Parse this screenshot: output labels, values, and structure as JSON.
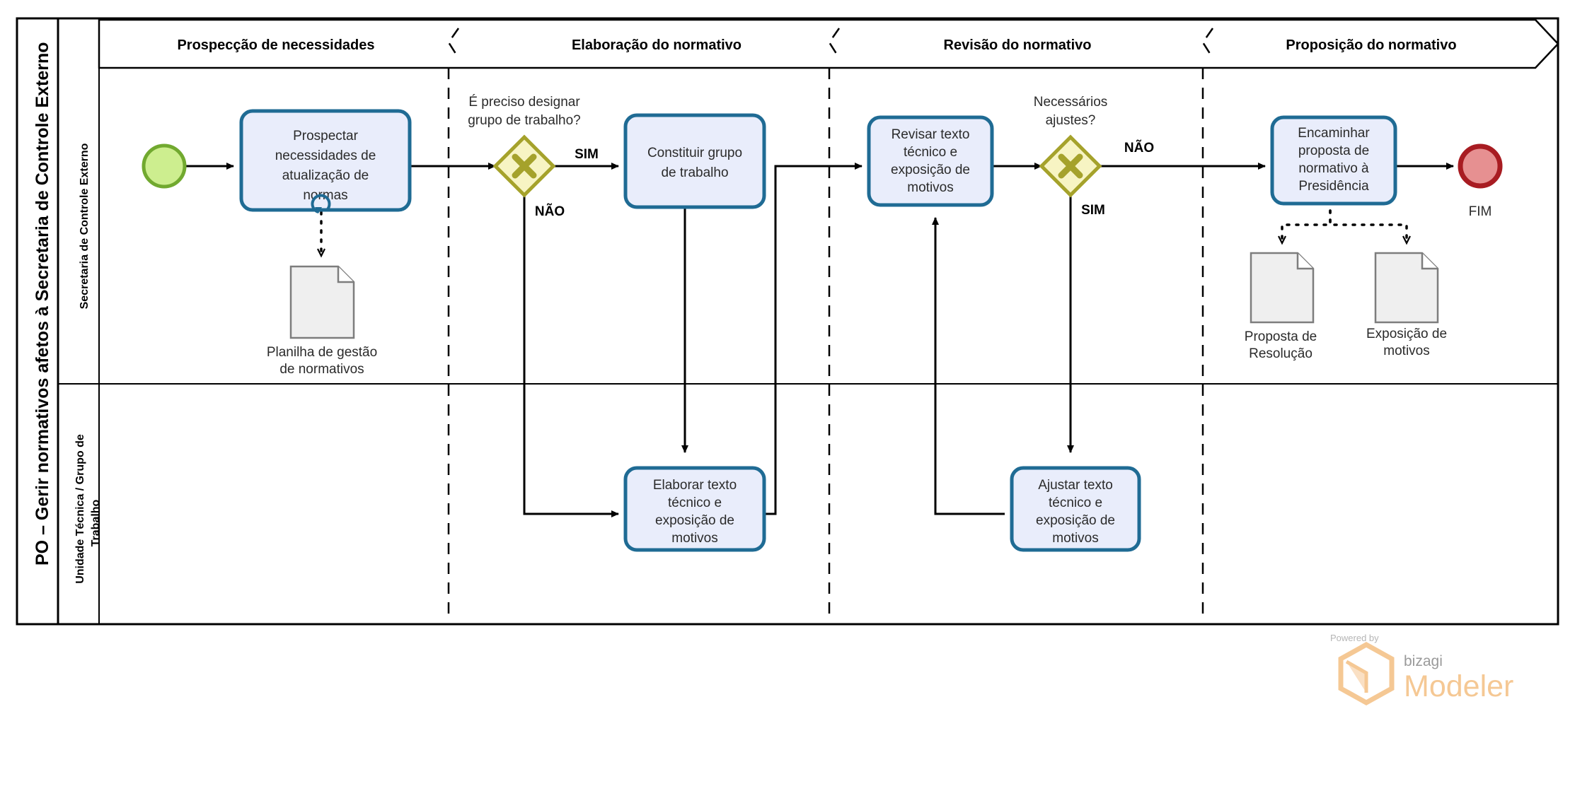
{
  "pool": {
    "title": "PO – Gerir normativos afetos à Secretaria de Controle Externo",
    "lanes": [
      {
        "id": "lane-sce",
        "label": "Secretaria de Controle Externo"
      },
      {
        "id": "lane-ut",
        "label": "Unidade Técnica / Grupo de Trabalho"
      }
    ]
  },
  "phases": [
    {
      "id": "phase-1",
      "label": "Prospecção de necessidades"
    },
    {
      "id": "phase-2",
      "label": "Elaboração do normativo"
    },
    {
      "id": "phase-3",
      "label": "Revisão do normativo"
    },
    {
      "id": "phase-4",
      "label": "Proposição do normativo"
    }
  ],
  "events": [
    {
      "id": "start-event",
      "type": "start",
      "label": "",
      "fill": "#CDEE8F",
      "stroke": "#71A92F"
    },
    {
      "id": "end-event",
      "type": "end",
      "label": "FIM",
      "fill": "#E69091",
      "stroke": "#A81C22"
    }
  ],
  "tasks": [
    {
      "id": "task-prospectar",
      "line1": "Prospectar",
      "line2": "necessidades de",
      "line3": "atualização de",
      "line4": "normas",
      "marker": "loop"
    },
    {
      "id": "task-constituir-grupo",
      "line1": "Constituir grupo",
      "line2": "de trabalho",
      "line3": "",
      "line4": "",
      "marker": "none"
    },
    {
      "id": "task-elaborar-texto",
      "line1": "Elaborar texto",
      "line2": "técnico e",
      "line3": "exposição de",
      "line4": "motivos",
      "marker": "none"
    },
    {
      "id": "task-revisar-texto",
      "line1": "Revisar texto",
      "line2": "técnico e",
      "line3": "exposição de",
      "line4": "motivos",
      "marker": "none"
    },
    {
      "id": "task-ajustar-texto",
      "line1": "Ajustar texto",
      "line2": "técnico e",
      "line3": "exposição de",
      "line4": "motivos",
      "marker": "none"
    },
    {
      "id": "task-encaminhar",
      "line1": "Encaminhar",
      "line2": "proposta de",
      "line3": "normativo à",
      "line4": "Presidência",
      "marker": "none"
    }
  ],
  "gateways": [
    {
      "id": "gateway-designar-grupo",
      "type": "exclusive",
      "question_line1": "É preciso designar",
      "question_line2": "grupo de trabalho?",
      "out_yes": "SIM",
      "out_no": "NÃO",
      "fill": "#F7F4C3",
      "stroke": "#A5A22B"
    },
    {
      "id": "gateway-necessarios-ajustes",
      "type": "exclusive",
      "question_line1": "Necessários",
      "question_line2": "ajustes?",
      "out_yes": "SIM",
      "out_no": "NÃO",
      "fill": "#F7F4C3",
      "stroke": "#A5A22B"
    }
  ],
  "documents": [
    {
      "id": "doc-planilha",
      "line1": "Planilha de gestão",
      "line2": "de normativos"
    },
    {
      "id": "doc-proposta",
      "line1": "Proposta de",
      "line2": "Resolução"
    },
    {
      "id": "doc-exposicao",
      "line1": "Exposição de",
      "line2": "motivos"
    }
  ],
  "branding": {
    "powered_by": "Powered by",
    "bizagi": "bizagi",
    "modeler": "Modeler"
  },
  "colors": {
    "task_fill": "#E9EDFB",
    "task_stroke": "#1F6B94",
    "gateway_fill": "#F7F4C3",
    "gateway_stroke": "#A5A22B",
    "document_fill": "#EFEFEF",
    "document_stroke": "#7D7D7D",
    "flow_stroke": "#000000"
  }
}
